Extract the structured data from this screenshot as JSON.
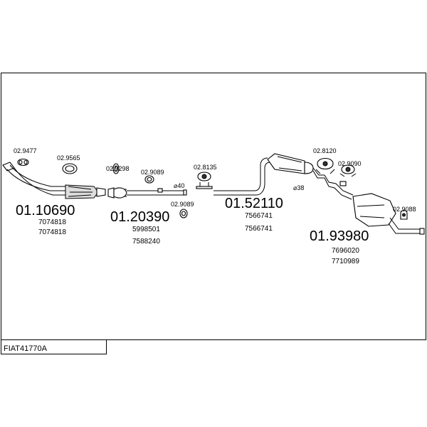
{
  "diagram": {
    "code": "FIAT41770A",
    "parts": [
      {
        "number": "01.10690",
        "refs": [
          "7074818",
          "7074818"
        ]
      },
      {
        "number": "01.20390",
        "refs": [
          "5998501",
          "7588240"
        ]
      },
      {
        "number": "01.52110",
        "refs": [
          "7566741",
          "7566741"
        ]
      },
      {
        "number": "01.93980",
        "refs": [
          "7696020",
          "7710989"
        ]
      }
    ],
    "accessories": [
      {
        "number": "02.9477"
      },
      {
        "number": "02.9565"
      },
      {
        "number": "02.9298"
      },
      {
        "number": "02.9089"
      },
      {
        "number": "02.8135"
      },
      {
        "number": "02.9089"
      },
      {
        "number": "02.8120"
      },
      {
        "number": "02.9090"
      },
      {
        "number": "02.9088"
      }
    ],
    "diameters": [
      {
        "label": "⌀40"
      },
      {
        "label": "⌀38"
      }
    ]
  }
}
